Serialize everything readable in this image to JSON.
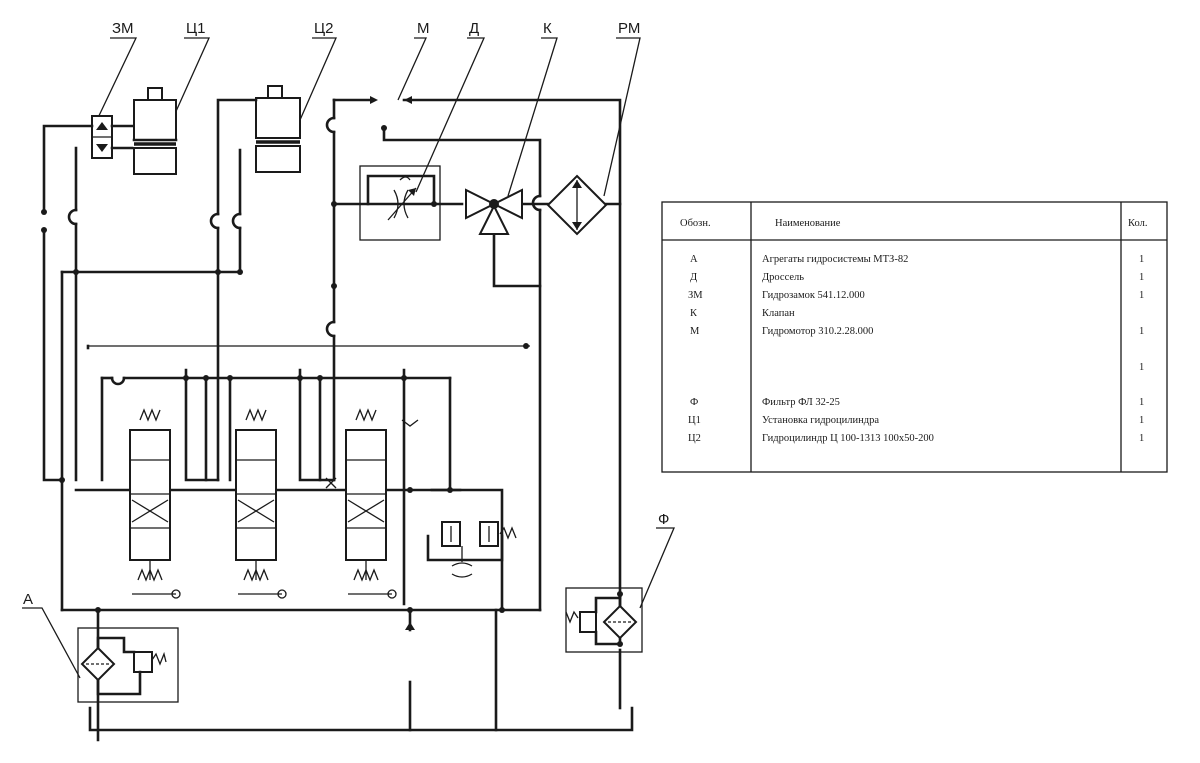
{
  "labels": {
    "zm": "ЗМ",
    "c1": "Ц1",
    "c2": "Ц2",
    "m": "М",
    "d": "Д",
    "k": "К",
    "rm": "РМ",
    "a": "А",
    "f": "Ф"
  },
  "table": {
    "headers": {
      "code": "Обозн.",
      "name": "Наименование",
      "qty": "Кол."
    },
    "rows": [
      {
        "code": "А",
        "name": "Агрегаты гидросистемы МТЗ-82",
        "qty": "1"
      },
      {
        "code": "Д",
        "name": "Дроссель",
        "qty": "1"
      },
      {
        "code": "ЗМ",
        "name": "Гидрозамок 541.12.000",
        "qty": "1"
      },
      {
        "code": "К",
        "name": "Клапан",
        "qty": ""
      },
      {
        "code": "М",
        "name": "Гидромотор 310.2.28.000",
        "qty": "1"
      },
      {
        "code": "",
        "name": "",
        "qty": ""
      },
      {
        "code": "",
        "name": "",
        "qty": "1"
      },
      {
        "code": "",
        "name": "",
        "qty": ""
      },
      {
        "code": "Ф",
        "name": "Фильтр ФЛ 32-25",
        "qty": "1"
      },
      {
        "code": "Ц1",
        "name": "Установка гидроцилиндра",
        "qty": "1"
      },
      {
        "code": "Ц2",
        "name": "Гидроцилиндр Ц 100-1313 100х50-200",
        "qty": "1"
      }
    ]
  }
}
